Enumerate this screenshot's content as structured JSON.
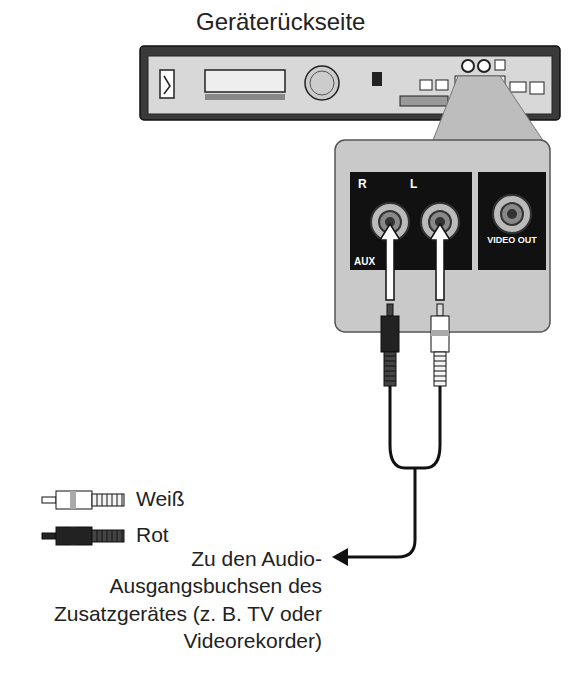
{
  "diagram": {
    "title": "Geräterückseite",
    "nodes": [
      {
        "text": [
          "R",
          "L",
          "AUX"
        ]
      },
      {
        "text": [
          "VIDEO OUT"
        ]
      }
    ],
    "labels": [
      "Zu den Audio-Ausgangsbuchsen des Zusatzgerätes (z. B. TV oder Videorekorder)"
    ],
    "legend": [
      {
        "text": "Weiß"
      },
      {
        "text": "Rot"
      }
    ]
  }
}
